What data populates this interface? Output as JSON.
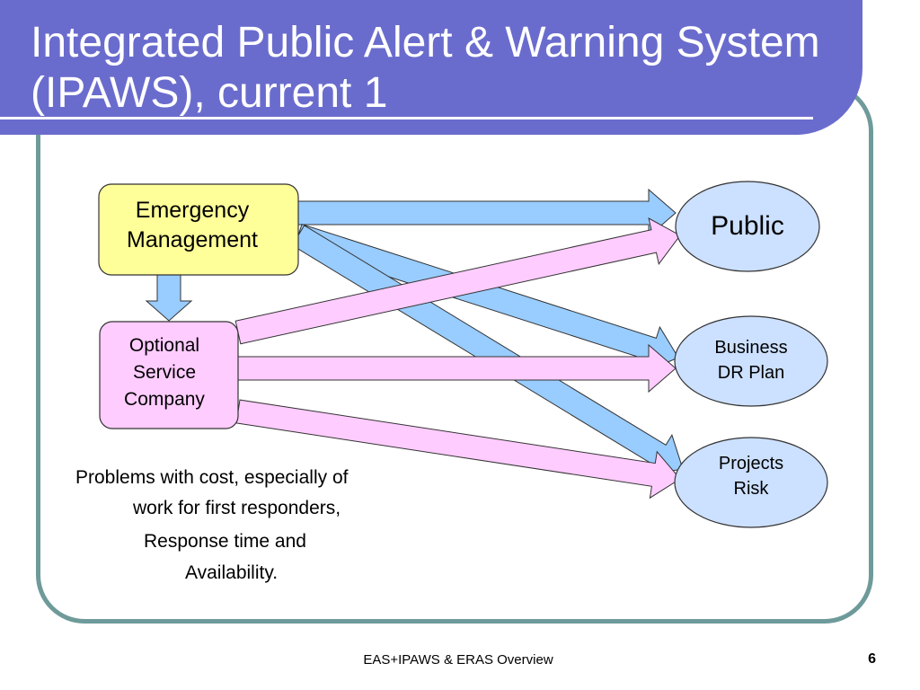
{
  "slide": {
    "title": "Integrated Public Alert & Warning System (IPAWS), current 1",
    "footer": "EAS+IPAWS & ERAS Overview",
    "page_number": "6"
  },
  "colors": {
    "title_band": "#6a6ccd",
    "frame_border": "#6f9a9a",
    "emergency_fill": "#ffff99",
    "optional_fill": "#ffccff",
    "target_fill": "#cce0ff",
    "blue_arrow": "#99ccff",
    "pink_arrow": "#ffccff"
  },
  "diagram": {
    "nodes": {
      "emergency": "Emergency\nManagement",
      "optional": "Optional\nService\nCompany",
      "public": "Public",
      "business": "Business\nDR Plan",
      "projects": "Projects\nRisk"
    },
    "edges": [
      {
        "from": "emergency",
        "to": "public",
        "style": "blue"
      },
      {
        "from": "emergency",
        "to": "business",
        "style": "blue"
      },
      {
        "from": "emergency",
        "to": "projects",
        "style": "blue"
      },
      {
        "from": "emergency",
        "to": "optional",
        "style": "blue"
      },
      {
        "from": "optional",
        "to": "public",
        "style": "pink"
      },
      {
        "from": "optional",
        "to": "business",
        "style": "pink"
      },
      {
        "from": "optional",
        "to": "projects",
        "style": "pink"
      }
    ]
  },
  "notes": {
    "line1": "Problems with cost, especially of",
    "line2": "work for first responders,",
    "line3": "Response time and",
    "line4": "Availability."
  }
}
